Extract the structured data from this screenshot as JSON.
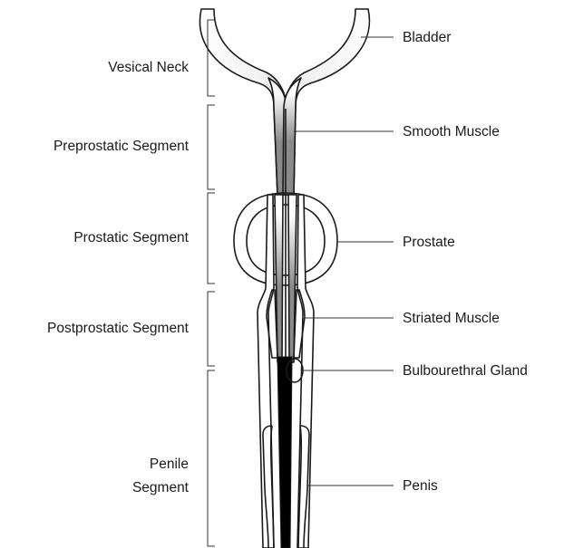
{
  "segments": {
    "vesical_neck": "Vesical Neck",
    "preprostatic": "Preprostatic Segment",
    "prostatic": "Prostatic Segment",
    "postprostatic": "Postprostatic Segment",
    "penile_line1": "Penile",
    "penile_line2": "Segment"
  },
  "structures": {
    "bladder": "Bladder",
    "smooth_muscle": "Smooth Muscle",
    "prostate": "Prostate",
    "striated_muscle": "Striated Muscle",
    "bulbourethral_gland": "Bulbourethral Gland",
    "penis": "Penis"
  },
  "colors": {
    "line": "#1a1a1a",
    "wall_light": "#ffffff",
    "wall_shade": "#8a8a8a",
    "spongy_urethra": "#000000"
  }
}
